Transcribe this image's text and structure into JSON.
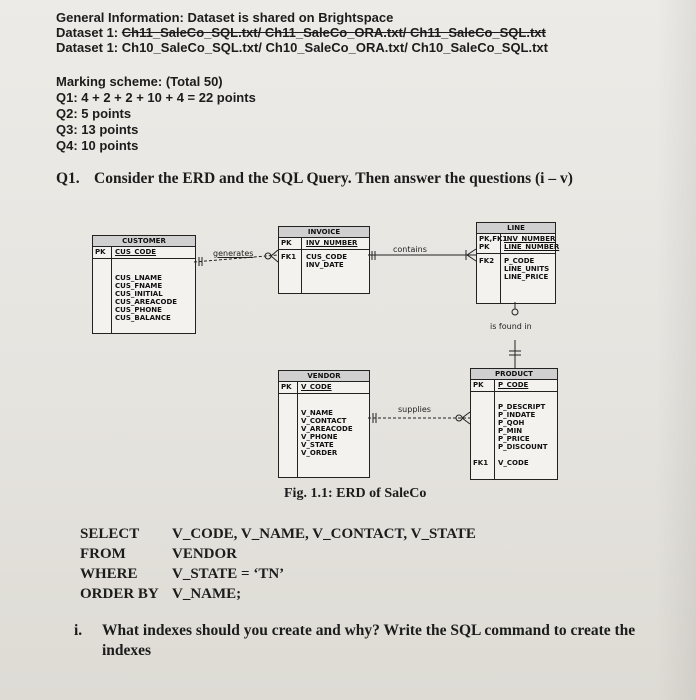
{
  "header": {
    "general_info": "General Information: Dataset is shared on Brightspace",
    "dataset1_label": "Dataset 1:",
    "dataset1_struck": "Ch11_SaleCo_SQL.txt/ Ch11_SaleCo_ORA.txt/ Ch11_SaleCo_SQL.txt",
    "dataset1_current": "Dataset 1: Ch10_SaleCo_SQL.txt/ Ch10_SaleCo_ORA.txt/ Ch10_SaleCo_SQL.txt"
  },
  "marking": {
    "title": "Marking scheme: (Total 50)",
    "items": [
      "Q1: 4 + 2 + 2 + 10 + 4 = 22 points",
      "Q2: 5 points",
      "Q3: 13 points",
      "Q4: 10 points"
    ]
  },
  "question1": {
    "number": "Q1.",
    "text": "Consider the ERD and the SQL Query. Then answer the questions (i – v)"
  },
  "erd": {
    "customer": {
      "title": "CUSTOMER",
      "pk_label": "PK",
      "pk_field": "CUS_CODE",
      "fields": [
        "CUS_LNAME",
        "CUS_FNAME",
        "CUS_INITIAL",
        "CUS_AREACODE",
        "CUS_PHONE",
        "CUS_BALANCE"
      ]
    },
    "invoice": {
      "title": "INVOICE",
      "pk_label": "PK",
      "pk_field": "INV_NUMBER",
      "fk_label": "FK1",
      "fields": [
        "CUS_CODE",
        "INV_DATE"
      ]
    },
    "line": {
      "title": "LINE",
      "pk_labels": [
        "PK,FK1",
        "PK"
      ],
      "pk_fields": [
        "INV_NUMBER",
        "LINE_NUMBER"
      ],
      "fk_label": "FK2",
      "fields": [
        "P_CODE",
        "LINE_UNITS",
        "LINE_PRICE"
      ]
    },
    "vendor": {
      "title": "VENDOR",
      "pk_label": "PK",
      "pk_field": "V_CODE",
      "fields": [
        "V_NAME",
        "V_CONTACT",
        "V_AREACODE",
        "V_PHONE",
        "V_STATE",
        "V_ORDER"
      ]
    },
    "product": {
      "title": "PRODUCT",
      "pk_label": "PK",
      "pk_field": "P_CODE",
      "fk_label": "FK1",
      "fields": [
        "P_DESCRIPT",
        "P_INDATE",
        "P_QOH",
        "P_MIN",
        "P_PRICE",
        "P_DISCOUNT",
        "V_CODE"
      ]
    },
    "relations": {
      "generates": "generates",
      "contains": "contains",
      "is_found_in": "is found in",
      "supplies": "supplies"
    },
    "caption": "Fig. 1.1: ERD of SaleCo"
  },
  "sql": {
    "lines": [
      {
        "keyword": "SELECT",
        "value": "V_CODE, V_NAME, V_CONTACT, V_STATE"
      },
      {
        "keyword": "FROM",
        "value": "VENDOR"
      },
      {
        "keyword": "WHERE",
        "value": "V_STATE = ‘TN’"
      },
      {
        "keyword": "ORDER BY",
        "value": "V_NAME;"
      }
    ]
  },
  "subquestion": {
    "number": "i.",
    "text_line1": "What indexes should you create and why? Write the SQL command to create the",
    "text_line2": "indexes"
  }
}
